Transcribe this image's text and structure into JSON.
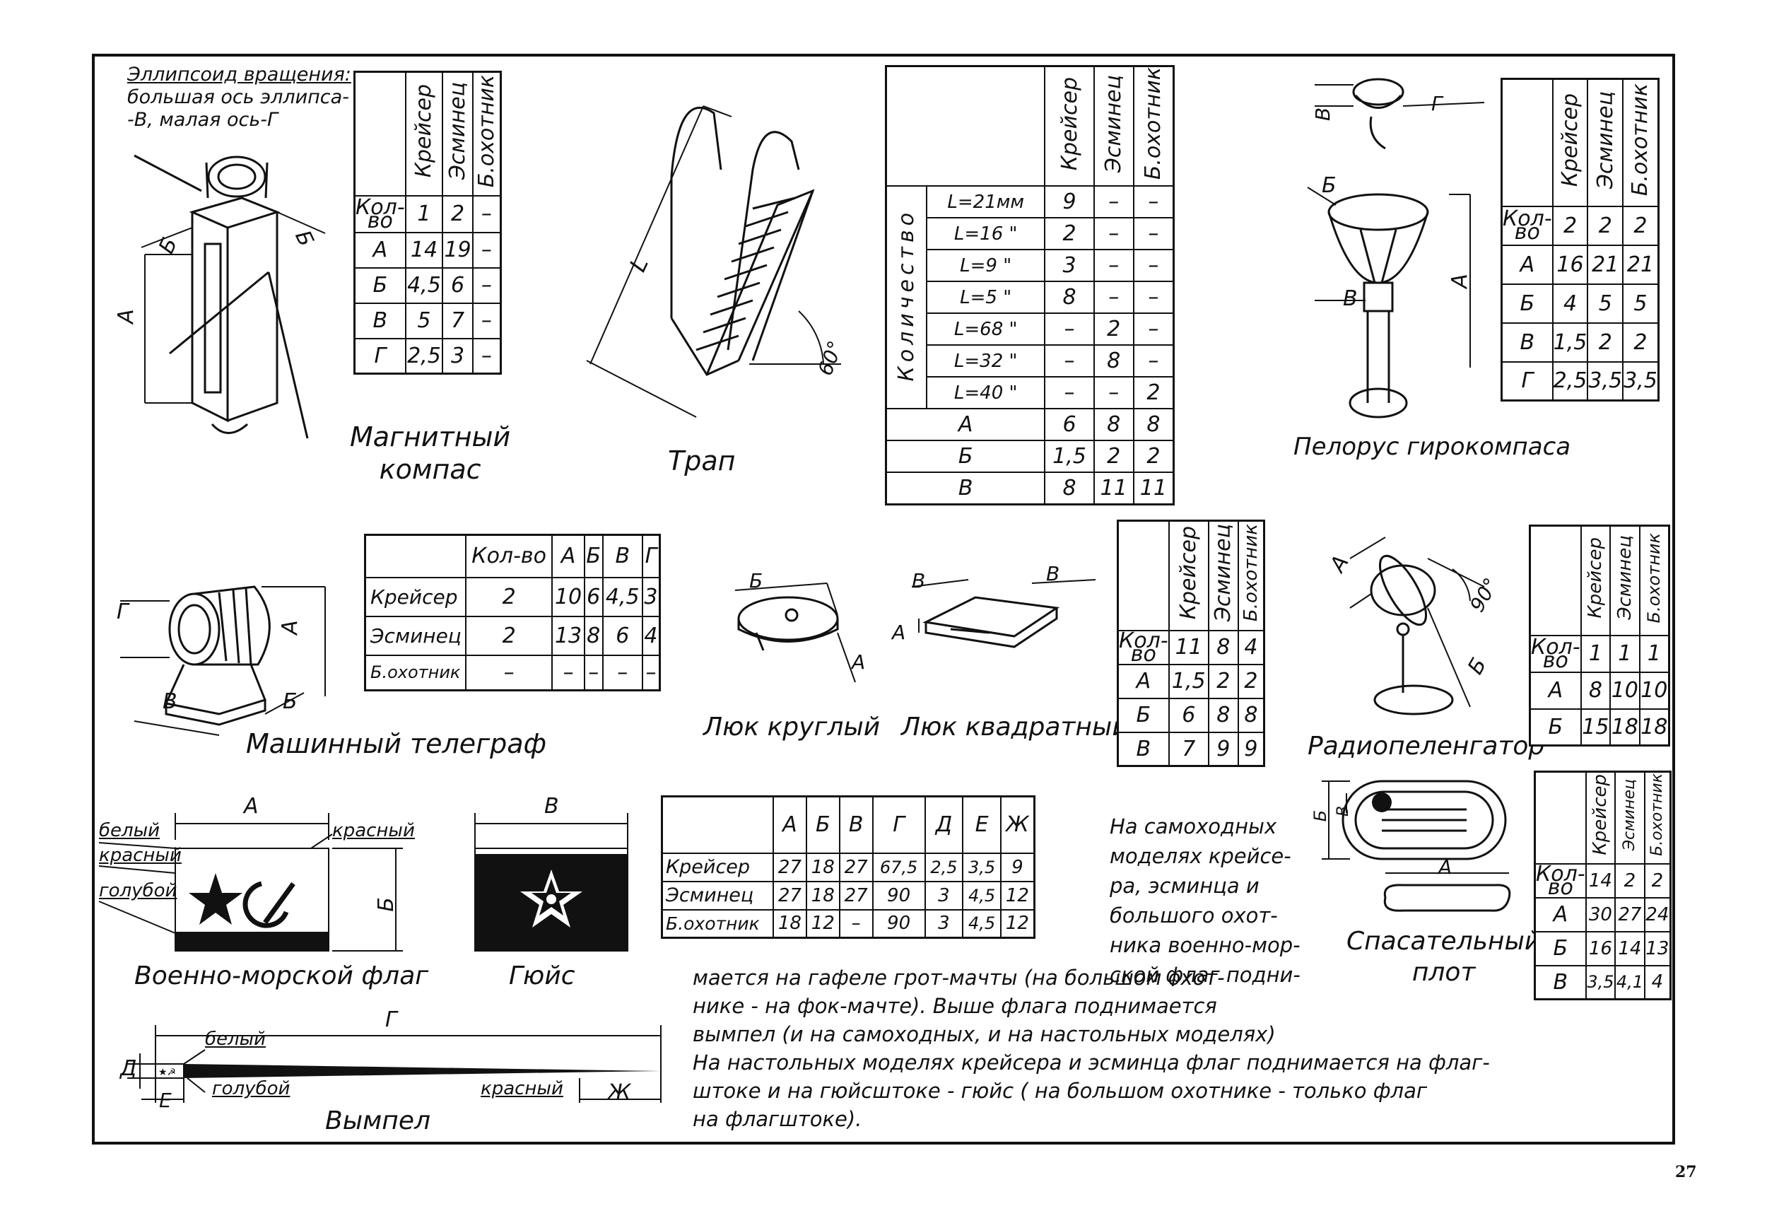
{
  "page_number": "27",
  "compass": {
    "caption_1": "Магнитный",
    "caption_2": "компас",
    "note_1": "Эллипсоид вращения:",
    "note_2": "большая ось эллипса-",
    "note_3": "-В, малая ось-Г",
    "dim_a": "А",
    "dim_b": "Б",
    "headers": [
      "Крейсер",
      "Эсминец",
      "Б.охотник"
    ],
    "rows": [
      {
        "label": "Кол-во",
        "v": [
          "1",
          "2",
          "–"
        ]
      },
      {
        "label": "А",
        "v": [
          "14",
          "19",
          "–"
        ]
      },
      {
        "label": "Б",
        "v": [
          "4,5",
          "6",
          "–"
        ]
      },
      {
        "label": "В",
        "v": [
          "5",
          "7",
          "–"
        ]
      },
      {
        "label": "Г",
        "v": [
          "2,5",
          "3",
          "–"
        ]
      }
    ]
  },
  "ladder": {
    "caption": "Трап",
    "dim_l": "L",
    "angle": "60°",
    "headers": [
      "Крейсер",
      "Эсминец",
      "Б.охотник"
    ],
    "group_label": "Количество",
    "qty_rows": [
      {
        "label": "L=21мм",
        "v": [
          "9",
          "–",
          "–"
        ]
      },
      {
        "label": "L=16 \"",
        "v": [
          "2",
          "–",
          "–"
        ]
      },
      {
        "label": "L=9 \"",
        "v": [
          "3",
          "–",
          "–"
        ]
      },
      {
        "label": "L=5 \"",
        "v": [
          "8",
          "–",
          "–"
        ]
      },
      {
        "label": "L=68 \"",
        "v": [
          "–",
          "2",
          "–"
        ]
      },
      {
        "label": "L=32 \"",
        "v": [
          "–",
          "8",
          "–"
        ]
      },
      {
        "label": "L=40 \"",
        "v": [
          "–",
          "–",
          "2"
        ]
      }
    ],
    "dim_rows": [
      {
        "label": "А",
        "v": [
          "6",
          "8",
          "8"
        ]
      },
      {
        "label": "Б",
        "v": [
          "1,5",
          "2",
          "2"
        ]
      },
      {
        "label": "В",
        "v": [
          "8",
          "11",
          "11"
        ]
      }
    ]
  },
  "pelorus": {
    "caption": "Пелорус гирокомпаса",
    "dim_a": "А",
    "dim_b": "Б",
    "dim_v": "В",
    "dim_v2": "В",
    "dim_g": "Г",
    "headers": [
      "Крейсер",
      "Эсминец",
      "Б.охотник"
    ],
    "rows": [
      {
        "label": "Кол-во",
        "v": [
          "2",
          "2",
          "2"
        ]
      },
      {
        "label": "А",
        "v": [
          "16",
          "21",
          "21"
        ]
      },
      {
        "label": "Б",
        "v": [
          "4",
          "5",
          "5"
        ]
      },
      {
        "label": "В",
        "v": [
          "1,5",
          "2",
          "2"
        ]
      },
      {
        "label": "Г",
        "v": [
          "2,5",
          "3,5",
          "3,5"
        ]
      }
    ]
  },
  "telegraph": {
    "caption": "Машинный телеграф",
    "dim_a": "А",
    "dim_b": "Б",
    "dim_v": "В",
    "dim_g": "Г",
    "headers": [
      "Кол-во",
      "А",
      "Б",
      "В",
      "Г"
    ],
    "rows": [
      {
        "label": "Крейсер",
        "v": [
          "2",
          "10",
          "6",
          "4,5",
          "3"
        ]
      },
      {
        "label": "Эсминец",
        "v": [
          "2",
          "13",
          "8",
          "6",
          "4"
        ]
      },
      {
        "label": "Б.охотник",
        "v": [
          "–",
          "–",
          "–",
          "–",
          "–"
        ]
      }
    ]
  },
  "hatches": {
    "caption_round": "Люк круглый",
    "caption_square": "Люк квадратный",
    "dim_a": "А",
    "dim_b": "Б",
    "dim_v": "В",
    "headers": [
      "Крейсер",
      "Эсминец",
      "Б.охотник"
    ],
    "rows": [
      {
        "label": "Кол-во",
        "v": [
          "11",
          "8",
          "4"
        ]
      },
      {
        "label": "А",
        "v": [
          "1,5",
          "2",
          "2"
        ]
      },
      {
        "label": "Б",
        "v": [
          "6",
          "8",
          "8"
        ]
      },
      {
        "label": "В",
        "v": [
          "7",
          "9",
          "9"
        ]
      }
    ]
  },
  "radio": {
    "caption": "Радиопеленгатор",
    "dim_a": "А",
    "dim_b": "Б",
    "angle": "90°",
    "headers": [
      "Крейсер",
      "Эсминец",
      "Б.охотник"
    ],
    "rows": [
      {
        "label": "Кол-во",
        "v": [
          "1",
          "1",
          "1"
        ]
      },
      {
        "label": "А",
        "v": [
          "8",
          "10",
          "10"
        ]
      },
      {
        "label": "Б",
        "v": [
          "15",
          "18",
          "18"
        ]
      }
    ]
  },
  "flags": {
    "naval_caption": "Военно-морской флаг",
    "jack_caption": "Гюйс",
    "white": "белый",
    "red": "красный",
    "blue": "голубой",
    "red2": "красный",
    "dim_a": "А",
    "dim_b": "Б",
    "dim_v": "В",
    "colors": {
      "red": "#111111",
      "blue": "#111111",
      "white": "#ffffff"
    },
    "headers": [
      "А",
      "Б",
      "В",
      "Г",
      "Д",
      "Е",
      "Ж"
    ],
    "rows": [
      {
        "label": "Крейсер",
        "v": [
          "27",
          "18",
          "27",
          "67,5",
          "2,5",
          "3,5",
          "9"
        ]
      },
      {
        "label": "Эсминец",
        "v": [
          "27",
          "18",
          "27",
          "90",
          "3",
          "4,5",
          "12"
        ]
      },
      {
        "label": "Б.охотник",
        "v": [
          "18",
          "12",
          "–",
          "90",
          "3",
          "4,5",
          "12"
        ]
      }
    ]
  },
  "pennant": {
    "caption": "Вымпел",
    "white": "белый",
    "blue": "голубой",
    "red": "красный",
    "dim_g": "Г",
    "dim_d": "Д",
    "dim_e": "Е",
    "dim_zh": "Ж"
  },
  "raft": {
    "caption_1": "Спасательный",
    "caption_2": "плот",
    "dim_a": "А",
    "dim_b": "Б",
    "dim_v": "В",
    "headers": [
      "Крейсер",
      "Эсминец",
      "Б.охотник"
    ],
    "rows": [
      {
        "label": "Кол-во",
        "v": [
          "14",
          "2",
          "2"
        ]
      },
      {
        "label": "А",
        "v": [
          "30",
          "27",
          "24"
        ]
      },
      {
        "label": "Б",
        "v": [
          "16",
          "14",
          "13"
        ]
      },
      {
        "label": "В",
        "v": [
          "3,5",
          "4,1",
          "4"
        ]
      }
    ]
  },
  "notes": {
    "side_1": "На самоходных",
    "side_2": "моделях крейсе-",
    "side_3": "ра, эсминца и",
    "side_4": "большого охот-",
    "side_5": "ника военно-мор-",
    "side_6": "ской флаг подни-",
    "line_1": "мается на гафеле грот-мачты (на большом охот-",
    "line_2": "нике - на фок-мачте). Выше флага поднимается",
    "line_3": "вымпел (и на самоходных, и на настольных моделях)",
    "line_4": "На настольных моделях крейсера и эсминца флаг поднимается на флаг-",
    "line_5": "штоке и на гюйсштоке - гюйс ( на большом охотнике - только флаг",
    "line_6": "на флагштоке)."
  }
}
